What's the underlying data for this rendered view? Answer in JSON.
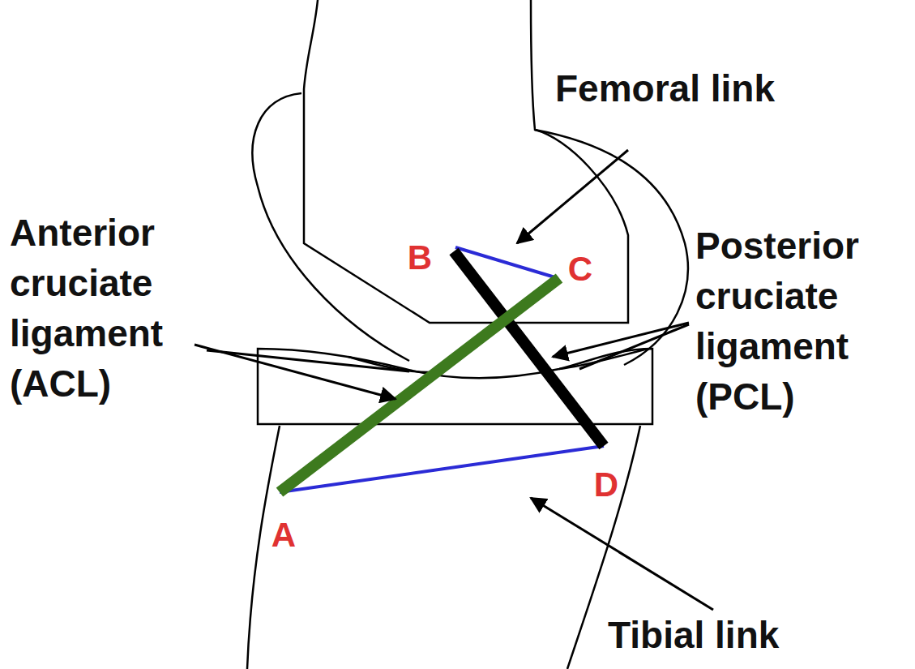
{
  "diagram": {
    "labels": [
      "Femoral link",
      "B",
      "C",
      "Anterior cruciate ligament (ACL)",
      "Posterior cruciate ligament (PCL)",
      "D",
      "A",
      "Tibial link"
    ]
  }
}
